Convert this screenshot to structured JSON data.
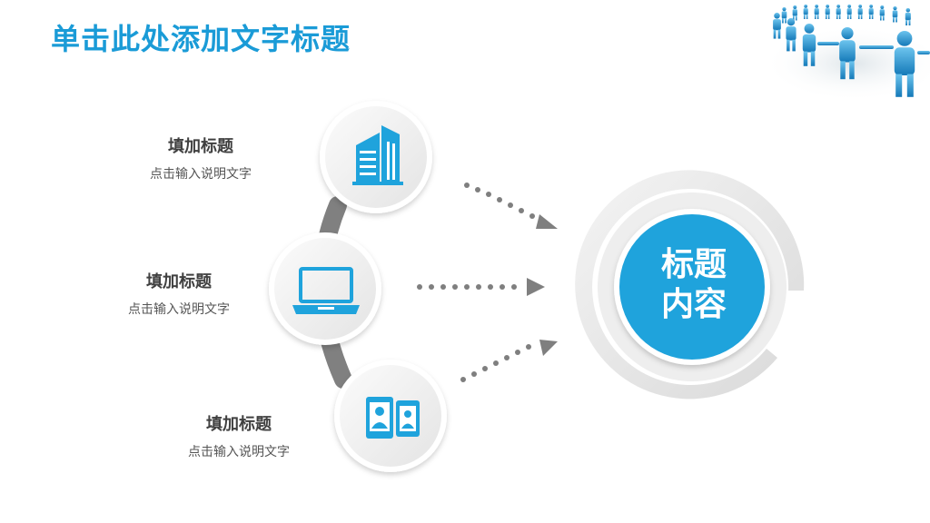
{
  "slide": {
    "title": "单击此处添加文字标题"
  },
  "items": [
    {
      "title": "填加标题",
      "desc": "点击输入说明文字",
      "icon": "building-icon"
    },
    {
      "title": "填加标题",
      "desc": "点击输入说明文字",
      "icon": "laptop-icon"
    },
    {
      "title": "填加标题",
      "desc": "点击输入说明文字",
      "icon": "phone-contacts-icon"
    }
  ],
  "center": {
    "line1": "标题",
    "line2": "内容"
  },
  "colors": {
    "accent": "#1a9bd7",
    "center_fill": "#1fa3dc",
    "connector": "#808080",
    "circle_light": "#f2f2f2"
  }
}
